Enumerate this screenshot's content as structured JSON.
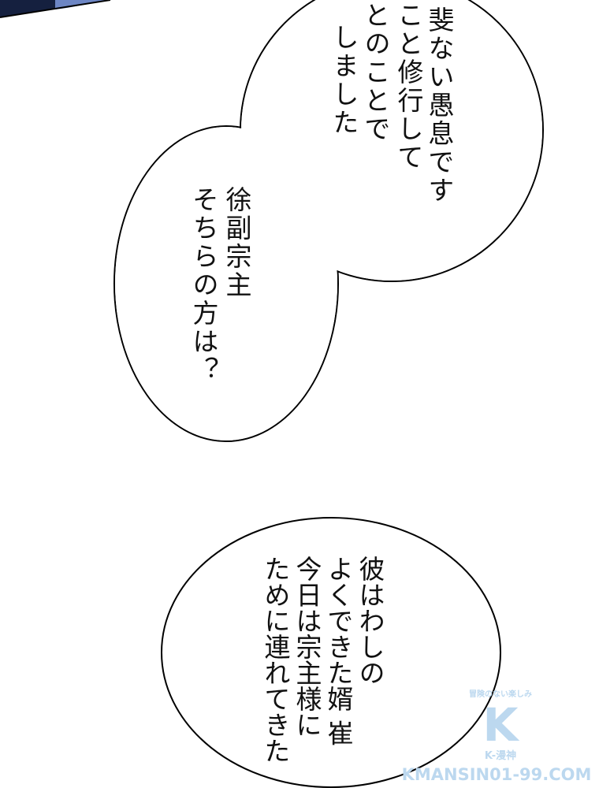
{
  "bubbles": {
    "top": {
      "lines": [
        "斐ない愚息です",
        "こと修行して",
        "とのことで",
        "しました"
      ]
    },
    "middle": {
      "lines": [
        "徐副宗主",
        "そちらの方は？"
      ]
    },
    "bottom": {
      "lines": [
        "彼はわしの",
        "よくできた婿 崔",
        "今日は宗主様に",
        "ために連れてきた"
      ]
    }
  },
  "watermark": {
    "tagline": "冒険のない楽しみ",
    "letter": "K",
    "brand": "K-漫神",
    "site": "KMANSIN01-99.COM"
  },
  "colors": {
    "panel": "#15203f",
    "panel_accent": "#6d86c4",
    "watermark": "#bcd8ef"
  }
}
